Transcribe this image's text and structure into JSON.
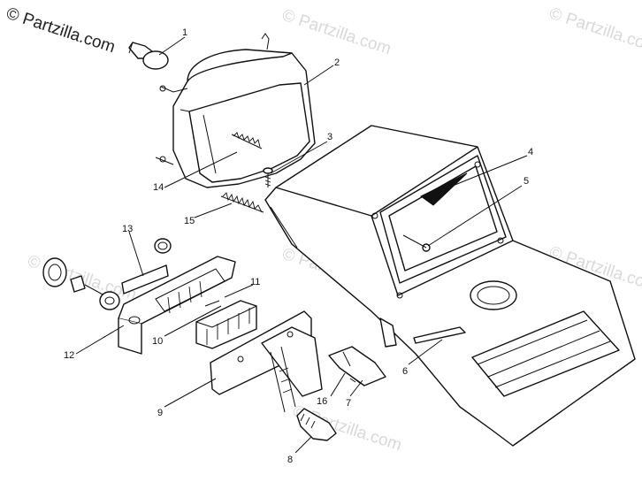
{
  "watermarks": {
    "main": "© Partzilla.com",
    "faint": [
      "© Partzilla.com",
      "© Partzilla.com",
      "© Partzilla.com",
      "© Partzilla.com",
      "© Partzilla.com",
      "© Partzilla.com"
    ]
  },
  "callouts": [
    "1",
    "2",
    "3",
    "4",
    "5",
    "6",
    "7",
    "8",
    "9",
    "10",
    "11",
    "12",
    "13",
    "14",
    "15",
    "16"
  ]
}
